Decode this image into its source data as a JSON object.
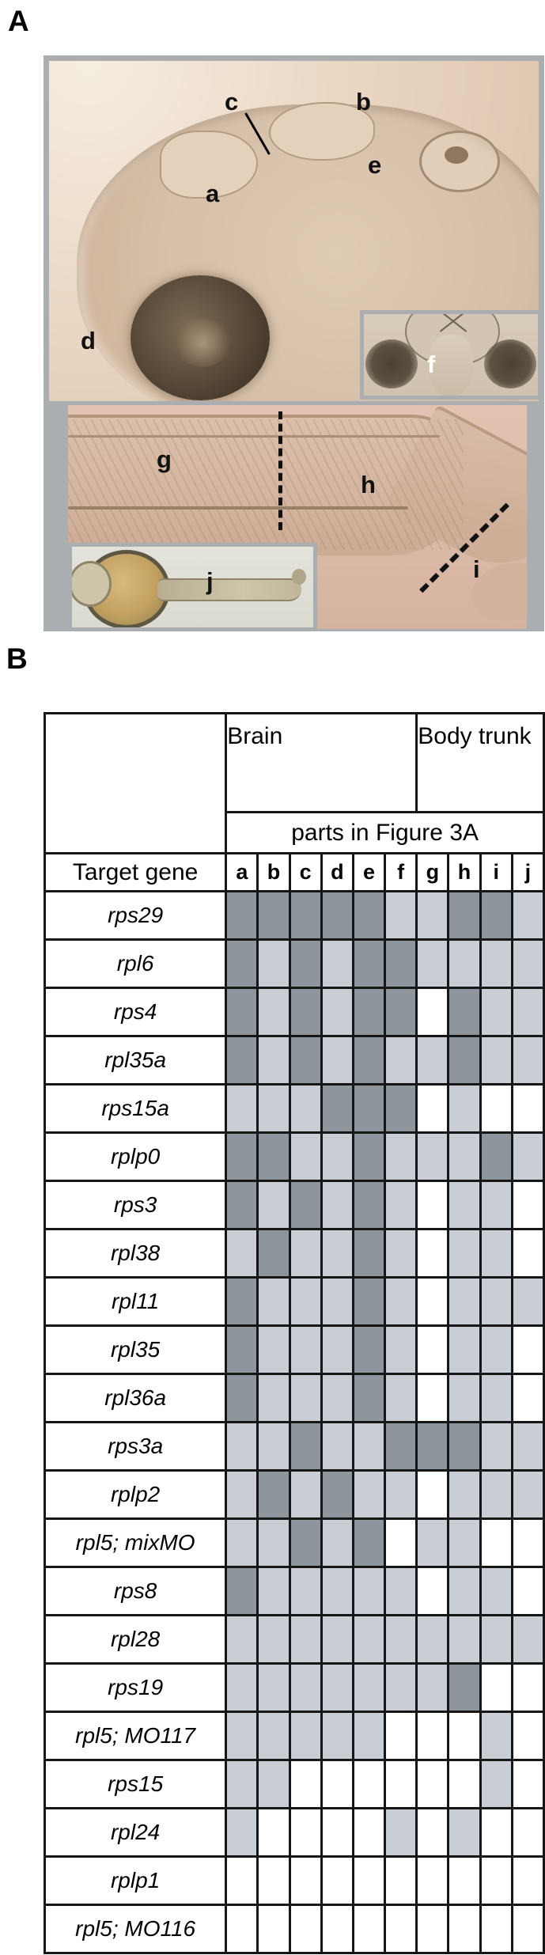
{
  "panel_a": {
    "label": "A",
    "head_image_labels": {
      "a": "a",
      "b": "b",
      "c": "c",
      "d": "d",
      "e": "e"
    },
    "front_inset_label": "f",
    "trunk_image_labels": {
      "g": "g",
      "h": "h",
      "i": "i"
    },
    "ventral_inset_label": "j"
  },
  "panel_b": {
    "label": "B",
    "header": {
      "brain": "Brain",
      "body_trunk": "Body trunk",
      "parts": "parts in Figure 3A",
      "target_gene": "Target gene"
    },
    "columns": [
      "a",
      "b",
      "c",
      "d",
      "e",
      "f",
      "g",
      "h",
      "i",
      "j"
    ],
    "shade_colors": {
      "dark": "#8d969d",
      "light": "#c9ced4",
      "white": "#ffffff"
    },
    "rows": [
      {
        "gene": "rps29",
        "cells": [
          "dark",
          "dark",
          "dark",
          "dark",
          "dark",
          "light",
          "light",
          "dark",
          "dark",
          "light"
        ]
      },
      {
        "gene": "rpl6",
        "cells": [
          "dark",
          "light",
          "dark",
          "light",
          "dark",
          "dark",
          "light",
          "light",
          "light",
          "light"
        ]
      },
      {
        "gene": "rps4",
        "cells": [
          "dark",
          "light",
          "dark",
          "light",
          "dark",
          "dark",
          "white",
          "dark",
          "light",
          "light"
        ]
      },
      {
        "gene": "rpl35a",
        "cells": [
          "dark",
          "light",
          "dark",
          "light",
          "dark",
          "light",
          "light",
          "dark",
          "light",
          "light"
        ]
      },
      {
        "gene": "rps15a",
        "cells": [
          "light",
          "light",
          "light",
          "dark",
          "dark",
          "dark",
          "white",
          "light",
          "white",
          "white"
        ]
      },
      {
        "gene": "rplp0",
        "cells": [
          "dark",
          "dark",
          "light",
          "light",
          "dark",
          "light",
          "light",
          "light",
          "dark",
          "light"
        ]
      },
      {
        "gene": "rps3",
        "cells": [
          "dark",
          "light",
          "dark",
          "light",
          "dark",
          "light",
          "white",
          "light",
          "light",
          "white"
        ]
      },
      {
        "gene": "rpl38",
        "cells": [
          "light",
          "dark",
          "light",
          "light",
          "dark",
          "light",
          "white",
          "light",
          "light",
          "white"
        ]
      },
      {
        "gene": "rpl11",
        "cells": [
          "dark",
          "light",
          "light",
          "light",
          "dark",
          "light",
          "white",
          "light",
          "light",
          "light"
        ]
      },
      {
        "gene": "rpl35",
        "cells": [
          "dark",
          "light",
          "light",
          "light",
          "dark",
          "light",
          "white",
          "light",
          "light",
          "white"
        ]
      },
      {
        "gene": "rpl36a",
        "cells": [
          "dark",
          "light",
          "light",
          "light",
          "dark",
          "light",
          "white",
          "light",
          "light",
          "white"
        ]
      },
      {
        "gene": "rps3a",
        "cells": [
          "light",
          "light",
          "dark",
          "light",
          "light",
          "dark",
          "dark",
          "dark",
          "light",
          "light"
        ]
      },
      {
        "gene": "rplp2",
        "cells": [
          "light",
          "dark",
          "light",
          "dark",
          "light",
          "light",
          "white",
          "light",
          "light",
          "light"
        ]
      },
      {
        "gene": "rpl5; mixMO",
        "cells": [
          "light",
          "light",
          "dark",
          "light",
          "dark",
          "white",
          "light",
          "light",
          "white",
          "white"
        ]
      },
      {
        "gene": "rps8",
        "cells": [
          "dark",
          "light",
          "light",
          "light",
          "light",
          "light",
          "white",
          "light",
          "light",
          "white"
        ]
      },
      {
        "gene": "rpl28",
        "cells": [
          "light",
          "light",
          "light",
          "light",
          "light",
          "light",
          "light",
          "light",
          "light",
          "light"
        ]
      },
      {
        "gene": "rps19",
        "cells": [
          "light",
          "light",
          "light",
          "light",
          "light",
          "light",
          "light",
          "dark",
          "white",
          "white"
        ]
      },
      {
        "gene": "rpl5; MO117",
        "cells": [
          "light",
          "light",
          "light",
          "light",
          "light",
          "white",
          "white",
          "white",
          "light",
          "white"
        ]
      },
      {
        "gene": "rps15",
        "cells": [
          "light",
          "light",
          "white",
          "white",
          "white",
          "white",
          "white",
          "white",
          "light",
          "white"
        ]
      },
      {
        "gene": "rpl24",
        "cells": [
          "light",
          "white",
          "white",
          "white",
          "white",
          "light",
          "white",
          "light",
          "white",
          "white"
        ]
      },
      {
        "gene": "rplp1",
        "cells": [
          "white",
          "white",
          "white",
          "white",
          "white",
          "white",
          "white",
          "white",
          "white",
          "white"
        ]
      },
      {
        "gene": "rpl5; MO116",
        "cells": [
          "white",
          "white",
          "white",
          "white",
          "white",
          "white",
          "white",
          "white",
          "white",
          "white"
        ]
      }
    ]
  }
}
